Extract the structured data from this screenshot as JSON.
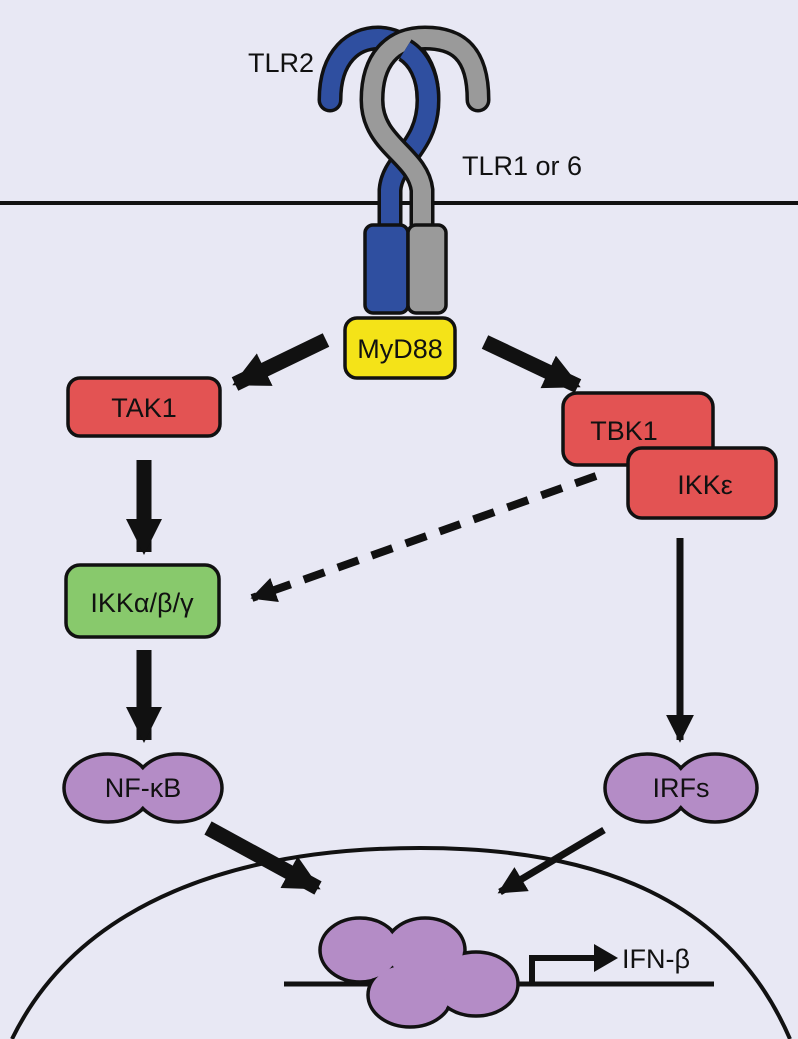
{
  "colors": {
    "background": "#e8e8f4",
    "tlr2": "#2f4fa0",
    "tlr1_6": "#9a9a9a",
    "myd88": "#f4e318",
    "kinase_red": "#e35353",
    "ikk_green": "#88c96c",
    "transcription_factor_purple": "#b48cc6",
    "stroke": "#111111"
  },
  "labels": {
    "tlr2": "TLR2",
    "tlr1_6": "TLR1 or 6",
    "myd88": "MyD88",
    "tak1": "TAK1",
    "tbk1": "TBK1",
    "ikke": "IKKε",
    "ikk_complex": "IKKα/β/γ",
    "nfkb": "NF-κB",
    "irfs": "IRFs",
    "ifnb": "IFN-β"
  }
}
